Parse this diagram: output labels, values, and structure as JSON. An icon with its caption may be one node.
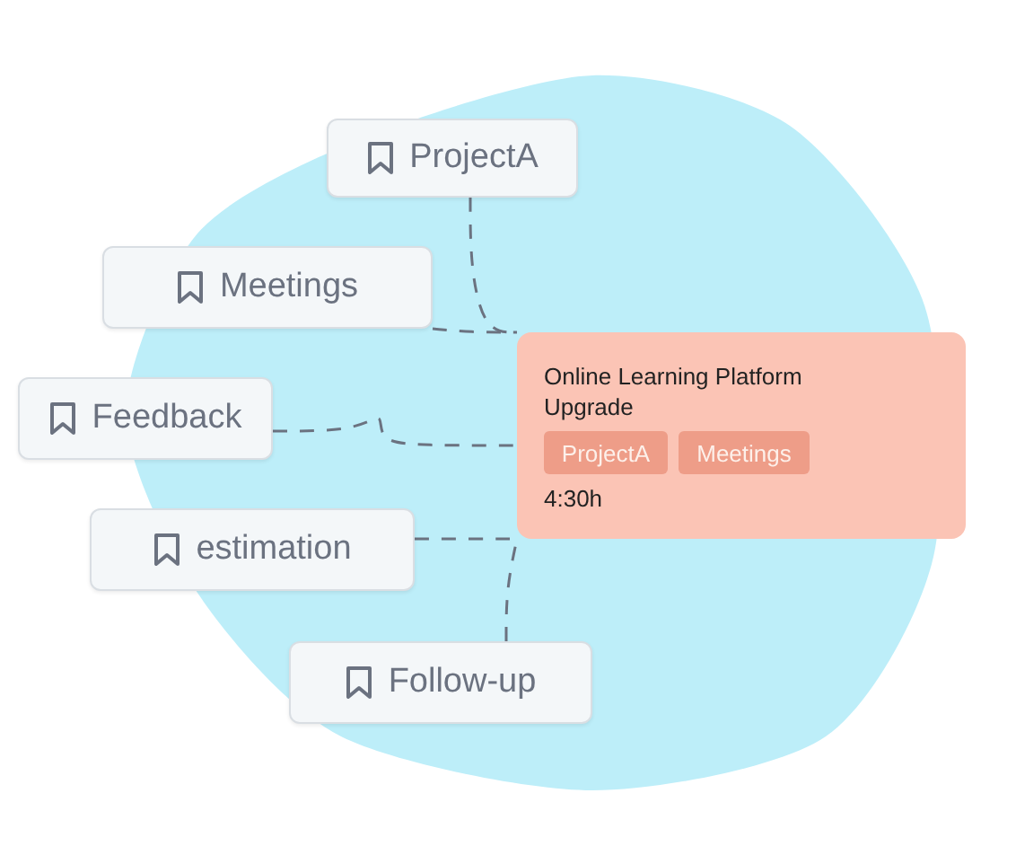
{
  "diagram": {
    "nodes": [
      {
        "text": [
          "ProjectA"
        ]
      },
      {
        "text": [
          "Meetings"
        ]
      },
      {
        "text": [
          "Feedback"
        ]
      },
      {
        "text": [
          "Online Learning Platform Upgrade",
          "4:30h"
        ]
      },
      {
        "text": [
          "ProjectA"
        ],
        "in": 3
      },
      {
        "text": [
          "Meetings"
        ],
        "in": 3
      },
      {
        "text": [
          "estimation"
        ]
      },
      {
        "text": [
          "Follow-up"
        ]
      }
    ],
    "edges": [
      {
        "from": 0,
        "to": 3,
        "arrow": "none",
        "style": "dashed"
      },
      {
        "from": 1,
        "to": 3,
        "arrow": "none",
        "style": "dashed"
      },
      {
        "from": 2,
        "to": 3,
        "arrow": "none",
        "style": "dashed"
      },
      {
        "from": 6,
        "to": 3,
        "arrow": "none",
        "style": "dashed"
      },
      {
        "from": 7,
        "to": 3,
        "arrow": "none",
        "style": "dashed"
      }
    ]
  }
}
